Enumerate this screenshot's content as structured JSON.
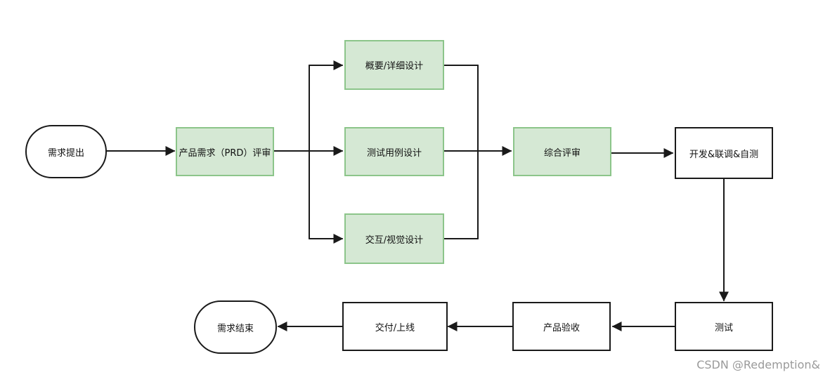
{
  "nodes": {
    "start": "需求提出",
    "prd_review": "产品需求（PRD）评审",
    "detail_design": "概要/详细设计",
    "test_case_design": "测试用例设计",
    "ux_design": "交互/视觉设计",
    "joint_review": "综合评审",
    "dev": "开发&联调&自测",
    "test": "测试",
    "acceptance": "产品验收",
    "release": "交付/上线",
    "end": "需求结束"
  },
  "watermark": "CSDN @Redemption&",
  "colors": {
    "green_fill": "#d5e8d4",
    "green_border": "#8cc58a",
    "line": "#1a1a1a"
  }
}
